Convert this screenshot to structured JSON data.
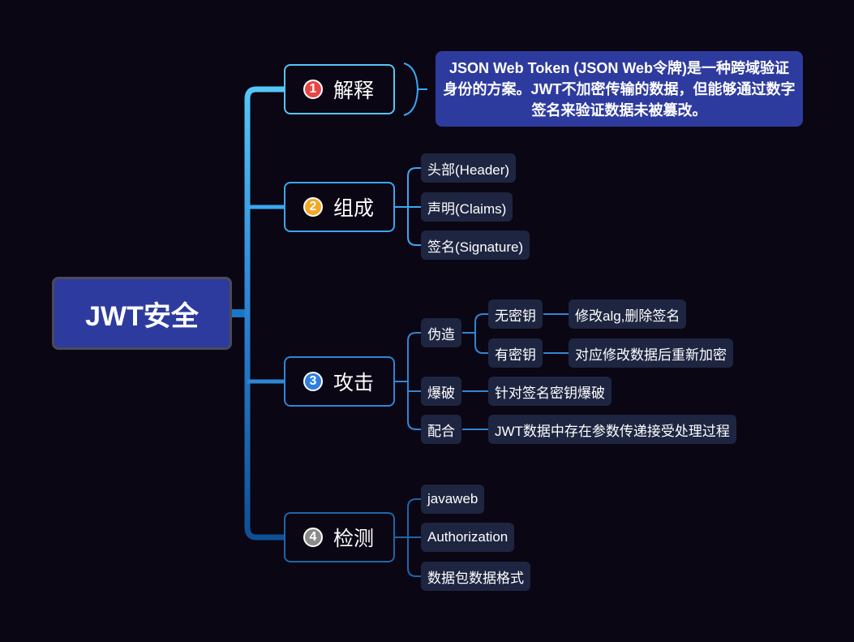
{
  "root": {
    "label": "JWT安全"
  },
  "branches": [
    {
      "number": "1",
      "label": "解释",
      "description": "JSON Web Token (JSON Web令牌)是一种跨域验证身份的方案。JWT不加密传输的数据，但能够通过数字签名来验证数据未被篡改。"
    },
    {
      "number": "2",
      "label": "组成",
      "children": [
        "头部(Header)",
        "声明(Claims)",
        "签名(Signature)"
      ]
    },
    {
      "number": "3",
      "label": "攻击",
      "forge": {
        "label": "伪造",
        "no_key": {
          "label": "无密钥",
          "detail": "修改alg,删除签名"
        },
        "with_key": {
          "label": "有密钥",
          "detail": "对应修改数据后重新加密"
        }
      },
      "brute": {
        "label": "爆破",
        "detail": "针对签名密钥爆破"
      },
      "combine": {
        "label": "配合",
        "detail": "JWT数据中存在参数传递接受处理过程"
      }
    },
    {
      "number": "4",
      "label": "检测",
      "children": [
        "javaweb",
        "Authorization",
        "数据包数据格式"
      ]
    }
  ],
  "colors": {
    "background": "#0a0614",
    "root_fill": "#2e3b9e",
    "leaf_fill": "#1e2540",
    "line_light": "#55c6f7",
    "line_mid": "#3aa7f0",
    "line_dark": "#1e66a8"
  }
}
